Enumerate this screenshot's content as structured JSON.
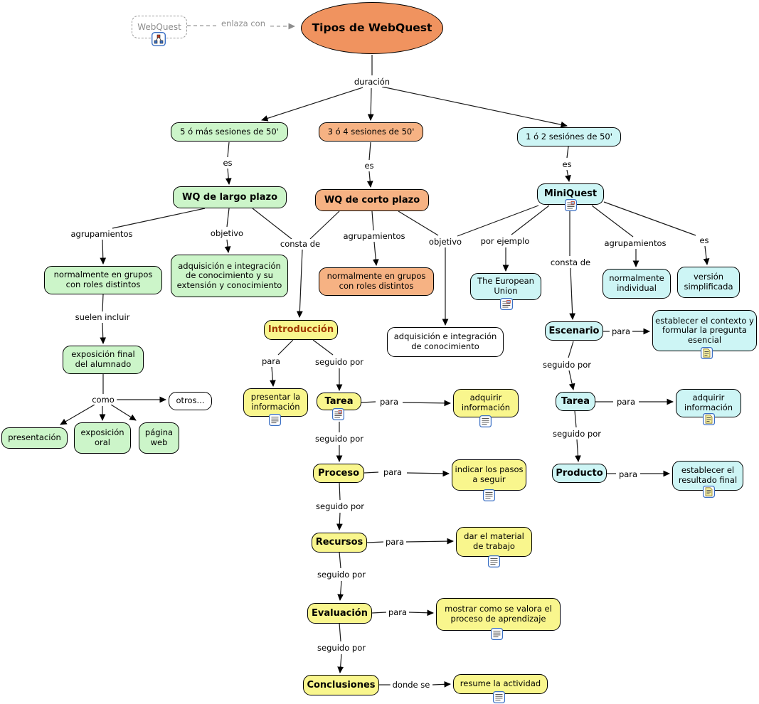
{
  "title": "Tipos de WebQuest",
  "colors": {
    "root-fill": "#f0935f",
    "green": "#ccf5c9",
    "orange": "#f6b283",
    "cyan": "#cdf5f5",
    "yellow": "#f9f68d",
    "intro-text": "#a03a00",
    "gray-text": "#8d8d8d"
  },
  "nodes": {
    "webquest": "WebQuest",
    "root": "Tipos de WebQuest",
    "s5": "5 ó más sesiones de 50'",
    "s34": "3 ó 4 sesiones de 50'",
    "s12": "1 ó 2 sesiónes de 50'",
    "largo": "WQ de largo plazo",
    "corto": "WQ de corto plazo",
    "mini": "MiniQuest",
    "grupos_largo": "normalmente en grupos con roles distintos",
    "adquisicion_largo": "adquisición e integración de conocimiento y su extensión y conocimiento",
    "exposicion_final": "exposición final del alumnado",
    "presentacion": "presentación",
    "exposicion_oral": "exposición oral",
    "pagina_web": "página web",
    "otros": "otros...",
    "grupos_corto": "normalmente en grupos con roles distintos",
    "adquisicion_corto": "adquisición e integración de conocimiento",
    "european_union": "The European Union",
    "introduccion": "Introducción",
    "presentar": "presentar la información",
    "tarea_mid": "Tarea",
    "adquirir_mid": "adquirir información",
    "proceso": "Proceso",
    "indicar": "indicar los pasos a seguir",
    "recursos": "Recursos",
    "dar_material": "dar el material de trabajo",
    "evaluacion": "Evaluación",
    "mostrar": "mostrar como se valora el proceso de aprendizaje",
    "conclusiones": "Conclusiones",
    "resume": "resume la actividad",
    "escenario": "Escenario",
    "establecer_contexto": "establecer el contexto y formular la pregunta esencial",
    "tarea_right": "Tarea",
    "adquirir_right": "adquirir información",
    "producto": "Producto",
    "establecer_resultado": "establecer el resultado final",
    "norm_individual": "normalmente individual",
    "version_simplificada": "versión simplificada"
  },
  "labels": {
    "enlaza_con": "enlaza con",
    "duracion": "duración",
    "es": "es",
    "agrupamientos": "agrupamientos",
    "objetivo": "objetivo",
    "consta_de": "consta de",
    "suelen_incluir": "suelen incluir",
    "como": "como",
    "por_ejemplo": "por ejemplo",
    "para": "para",
    "seguido_por": "seguido por",
    "donde_se": "donde se"
  }
}
